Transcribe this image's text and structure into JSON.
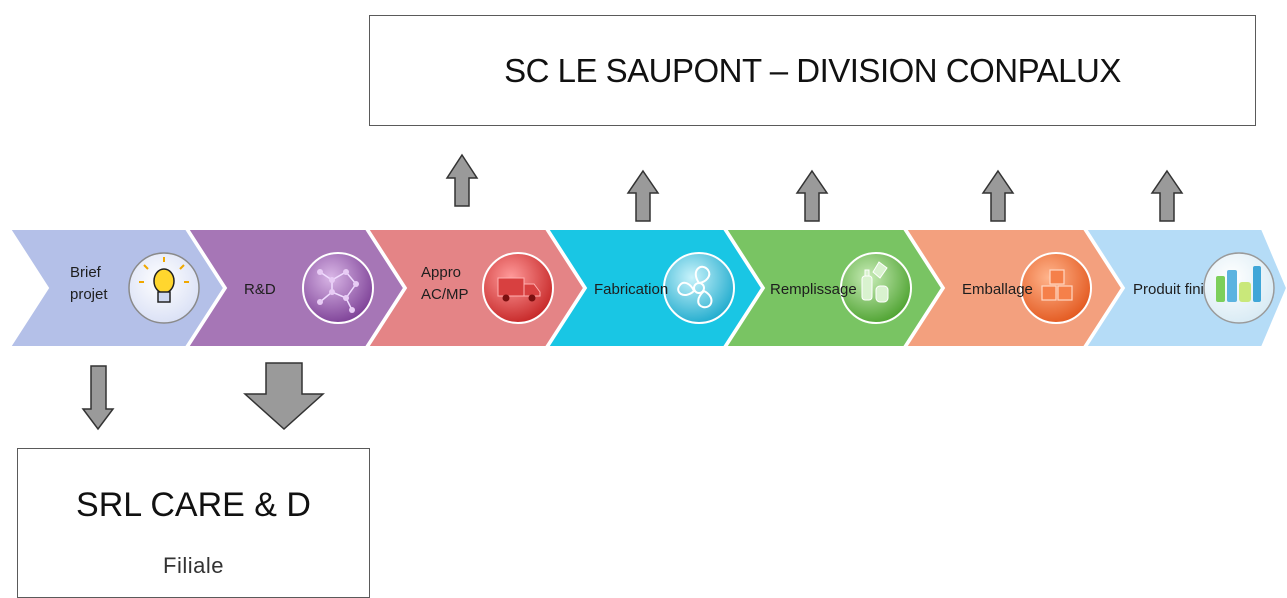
{
  "top_box": {
    "title": "SC LE SAUPONT – DIVISION CONPALUX"
  },
  "bottom_box": {
    "title": "SRL CARE & D",
    "subtitle": "Filiale"
  },
  "steps": [
    {
      "line1": "Brief",
      "line2": "projet",
      "icon": "lightbulb-icon",
      "color": "#b4c0e8"
    },
    {
      "line1": "R&D",
      "line2": "",
      "icon": "molecule-icon",
      "color": "#a676b6"
    },
    {
      "line1": "Appro",
      "line2": "AC/MP",
      "icon": "truck-icon",
      "color": "#e48486"
    },
    {
      "line1": "Fabrication",
      "line2": "",
      "icon": "fan-icon",
      "color": "#19c6e4"
    },
    {
      "line1": "Remplissage",
      "line2": "",
      "icon": "bottles-icon",
      "color": "#79c463"
    },
    {
      "line1": "Emballage",
      "line2": "",
      "icon": "boxes-icon",
      "color": "#f3a07e"
    },
    {
      "line1": "Produit fini",
      "line2": "",
      "icon": "products-icon",
      "color": "#b5dcf7"
    }
  ],
  "arrow_color": "#9a9a9a"
}
